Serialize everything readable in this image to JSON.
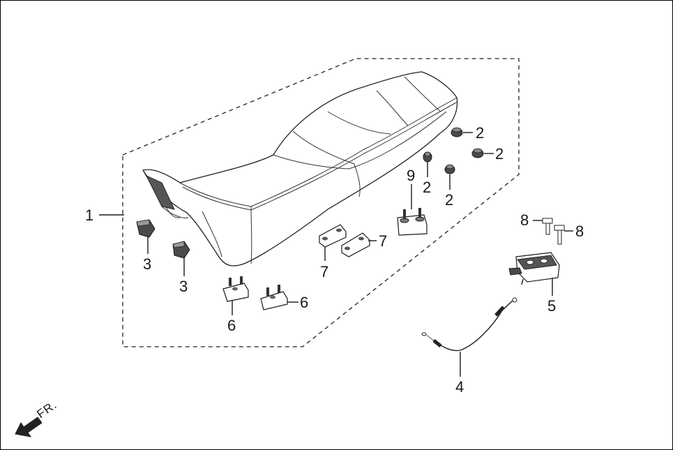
{
  "labels": {
    "seat": "1",
    "nut_a": "2",
    "nut_b": "2",
    "nut_c": "2",
    "nut_d": "2",
    "clip_a": "3",
    "clip_b": "3",
    "cable": "4",
    "lock": "5",
    "damper_a": "6",
    "damper_b": "6",
    "cushion_a": "7",
    "cushion_b": "7",
    "bolt_a": "8",
    "bolt_b": "8",
    "bracket": "9"
  },
  "direction": "FR."
}
